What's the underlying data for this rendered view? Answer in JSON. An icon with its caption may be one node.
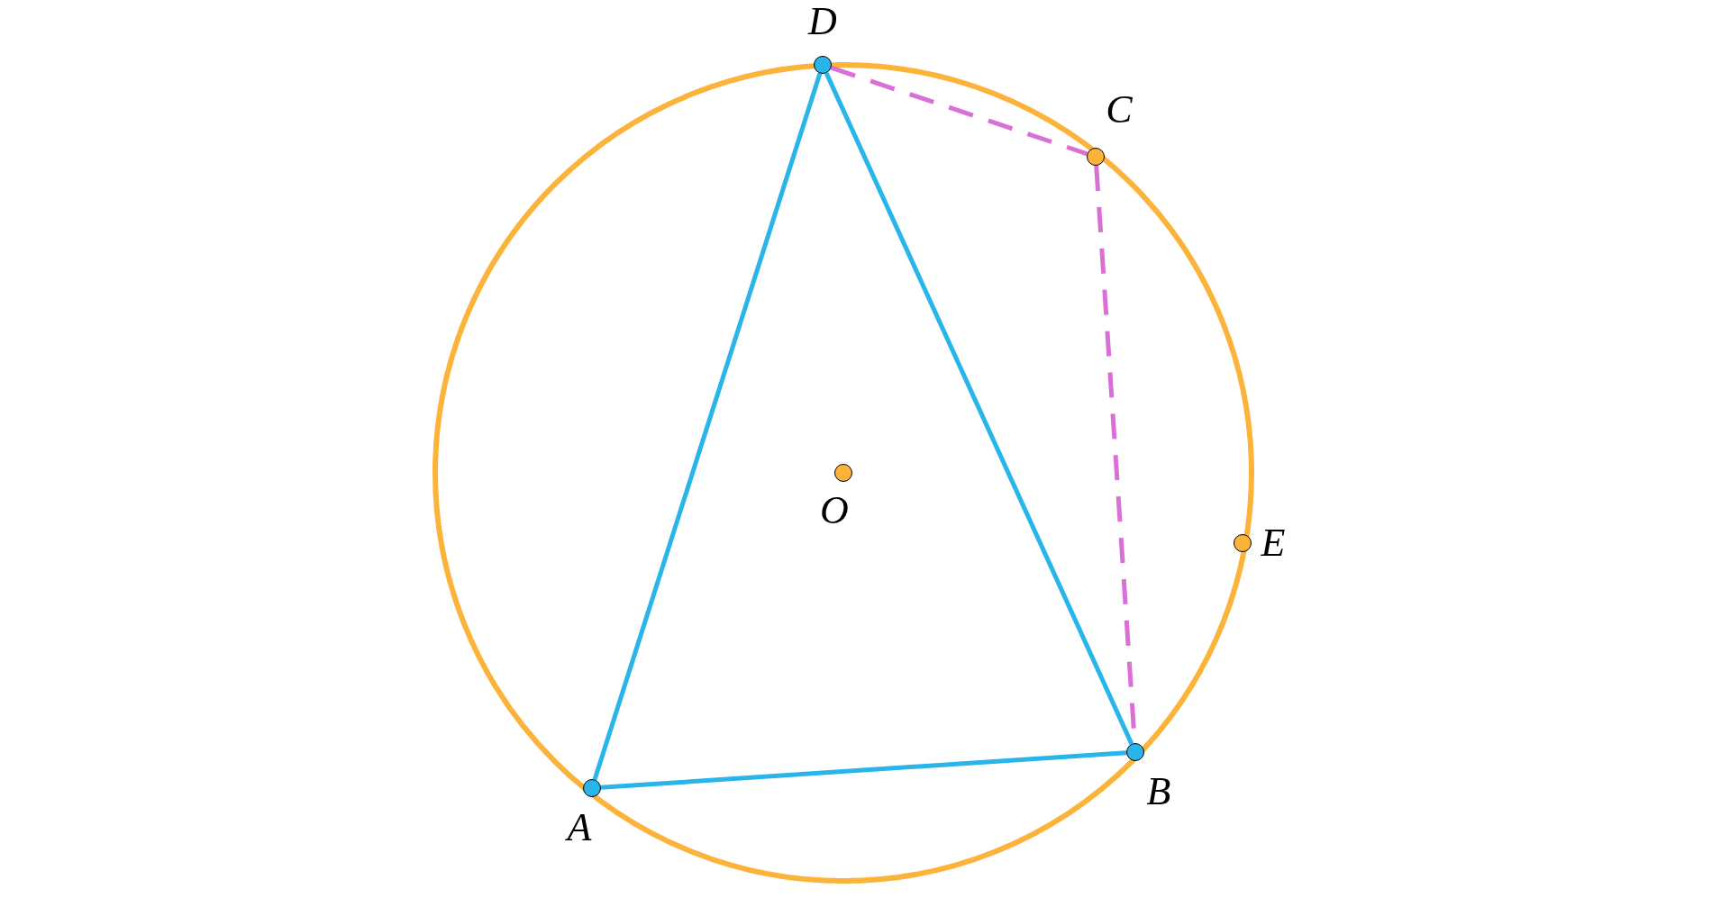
{
  "diagram": {
    "nodes": [
      {
        "text": [
          "D"
        ]
      },
      {
        "text": [
          "C"
        ]
      },
      {
        "text": [
          "O"
        ]
      },
      {
        "text": [
          "E"
        ]
      },
      {
        "text": [
          "B"
        ]
      },
      {
        "text": [
          "A"
        ]
      }
    ],
    "edges": [
      {
        "from": 5,
        "to": 0,
        "arrow": "none"
      },
      {
        "from": 0,
        "to": 4,
        "arrow": "none"
      },
      {
        "from": 5,
        "to": 4,
        "arrow": "none"
      },
      {
        "from": 0,
        "to": 1,
        "arrow": "none",
        "style": "dashed",
        "color": "#da70d6"
      },
      {
        "from": 1,
        "to": 4,
        "arrow": "none",
        "style": "dashed",
        "color": "#da70d6"
      }
    ]
  }
}
